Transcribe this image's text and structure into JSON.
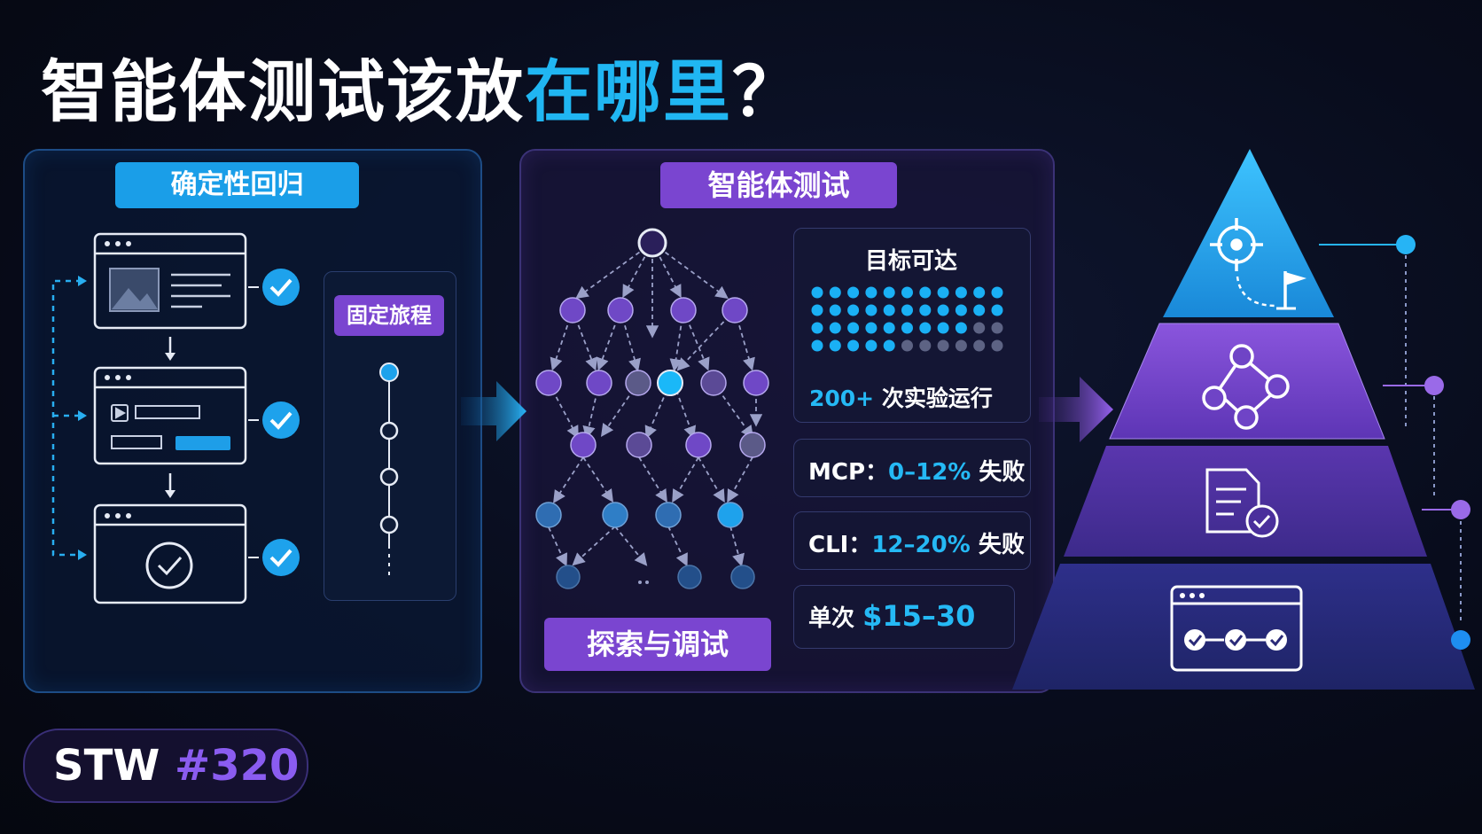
{
  "title": {
    "main": "智能体测试该放",
    "highlight": "在哪里",
    "tail": "？"
  },
  "left_panel": {
    "label": "确定性回归",
    "fixed_journey_label": "固定旅程"
  },
  "mid_panel": {
    "label": "智能体测试",
    "explore_label": "探索与调试",
    "goal_box": {
      "title": "目标可达",
      "count": "200+",
      "caption": "次实验运行"
    },
    "stats": [
      {
        "prefix": "MCP：",
        "value": "0–12%",
        "suffix": "失败"
      },
      {
        "prefix": "CLI：",
        "value": "12–20%",
        "suffix": "失败"
      },
      {
        "prefix": "单次",
        "value": "$15–30",
        "suffix": ""
      }
    ]
  },
  "badge": {
    "prefix": "STW",
    "number": "#320"
  },
  "colors": {
    "accent_cyan": "#25b9f5",
    "accent_purple": "#7a45d0",
    "panel_blue_border": "#1d4c86"
  },
  "icons": [
    "target-crosshair-icon",
    "flag-icon",
    "graph-nodes-icon",
    "document-check-icon",
    "browser-steps-icon",
    "check-circle-icon",
    "image-icon",
    "play-icon"
  ]
}
